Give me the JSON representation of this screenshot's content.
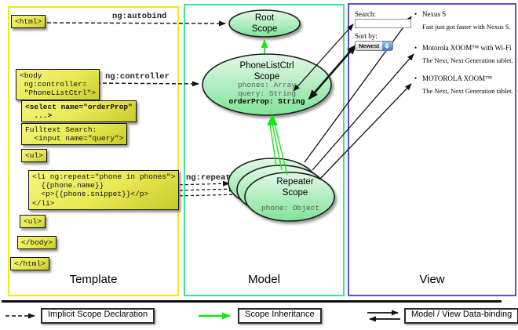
{
  "columns": {
    "template": {
      "label": "Template"
    },
    "model": {
      "label": "Model"
    },
    "view": {
      "label": "View"
    }
  },
  "template_boxes": {
    "html_open": "<html>",
    "body_open": "<body\n ng:controller=\n \"PhoneListCtrl\">",
    "select_order": "<select name=\"orderProp\"\n  ...>",
    "fulltext": "Fulltext Search:\n  <input name=\"query\">",
    "ul_open": "<ul>",
    "li_repeat": "<li ng:repeat=\"phone in phones\">\n  {{phone.name}}\n  <p>{{phone.snippet}}</p>\n</li>",
    "ul_close": "<ul>",
    "body_close": "</body>",
    "html_close": "</html>"
  },
  "edge_labels": {
    "autobind": "ng:autobind",
    "controller": "ng:controller",
    "repeat": "ng:repeat"
  },
  "scopes": {
    "root": {
      "title": "Root\nScope"
    },
    "phonelist": {
      "title": "PhoneListCtrl\nScope",
      "props": [
        "phones: Array",
        "query: String",
        "orderProp: String"
      ]
    },
    "repeater": {
      "title": "Repeater\nScope",
      "prop": "phone: Object"
    }
  },
  "view_panel": {
    "search_label": "Search:",
    "search_value": "",
    "sort_label": "Sort by:",
    "sort_value": "Newest",
    "bullet": "•",
    "items": [
      {
        "title": "Nexus S",
        "desc": "Fast just got faster with Nexus S."
      },
      {
        "title": "Motorola XOOM™ with Wi-Fi",
        "desc": "The Next, Next Generation tablet."
      },
      {
        "title": "MOTOROLA XOOM™",
        "desc": "The Next, Next Generation tablet."
      }
    ]
  },
  "legend": [
    {
      "label": "Implicit Scope Declaration",
      "style": "dashed-black-arrow"
    },
    {
      "label": "Scope Inheritance",
      "style": "solid-green-arrow"
    },
    {
      "label": "Model / View Data-binding",
      "style": "double-black-arrow"
    }
  ],
  "colors": {
    "template_border": "#f0ec14",
    "model_border": "#3fe39e",
    "view_border": "#5a50d2",
    "code_box": "#e7e852",
    "scope_fill_top": "#e2f8e6",
    "scope_fill_bottom": "#7fe398",
    "inheritance_green": "#17e617",
    "arrow_black": "#111111"
  }
}
